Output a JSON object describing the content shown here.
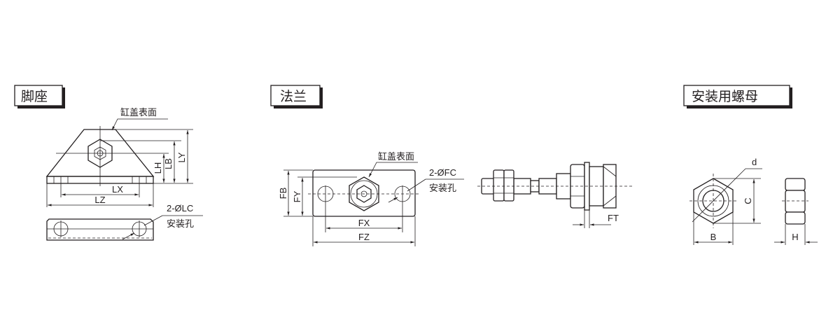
{
  "foot": {
    "title": "脚座",
    "surface_label": "缸盖表面",
    "dims": {
      "ly": "LY",
      "lb": "LB",
      "lh": "LH",
      "lx": "LX",
      "lz": "LZ"
    },
    "hole_label": "2-ØLC",
    "hole_desc": "安装孔"
  },
  "flange": {
    "title": "法兰",
    "surface_label": "缸盖表面",
    "dims": {
      "fb": "FB",
      "fy": "FY",
      "fx": "FX",
      "fz": "FZ",
      "ft": "FT"
    },
    "hole_label": "2-ØFC",
    "hole_desc": "安装孔"
  },
  "nut": {
    "title": "安装用螺母",
    "dims": {
      "d": "d",
      "c": "C",
      "b": "B",
      "h": "H"
    }
  }
}
